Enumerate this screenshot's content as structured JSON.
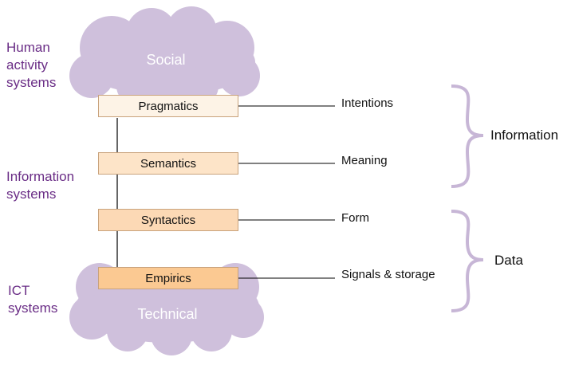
{
  "side_labels": {
    "human_activity": "Human\nactivity\nsystems",
    "information_systems": "Information\nsystems",
    "ict_systems": "ICT\nsystems"
  },
  "clouds": {
    "social": "Social",
    "technical": "Technical"
  },
  "layers": [
    {
      "label": "Pragmatics",
      "fill": "#fdf3e6",
      "description": "Intentions"
    },
    {
      "label": "Semantics",
      "fill": "#fde4c8",
      "description": "Meaning"
    },
    {
      "label": "Syntactics",
      "fill": "#fcd9b5",
      "description": "Form"
    },
    {
      "label": "Empirics",
      "fill": "#fbc992",
      "description": "Signals & storage"
    }
  ],
  "groups": {
    "information": "Information",
    "data": "Data"
  },
  "colors": {
    "cloud": "#cfc0dc",
    "brace": "#c7b6d6",
    "side_label": "#6a2d86",
    "box_border": "#c9a37d"
  }
}
